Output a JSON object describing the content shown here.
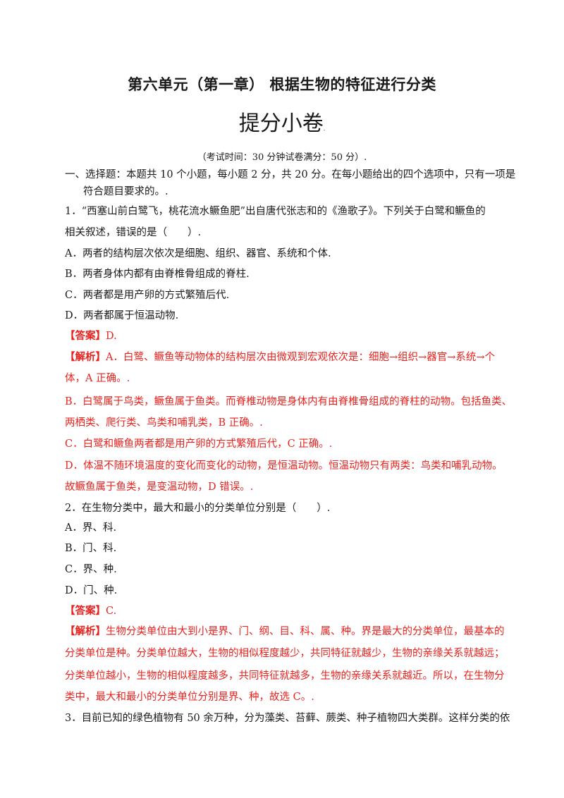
{
  "title": "第六单元（第一章） 根据生物的特征进行分类",
  "subtitle": "提分小卷",
  "subtitle_mark": ".",
  "exam_info": "（考试时间：30 分钟试卷满分：50 分）.",
  "section_heading": {
    "line1": "一、选择题：本题共 10 个小题，每小题 2 分，共 20 分。在每小题给出的四个选项中，只有一项是",
    "line2": "符合题目要求的。."
  },
  "q1": {
    "stem1": "1．“西塞山前白鹭飞，桃花流水鳜鱼肥”出自唐代张志和的《渔歌子》。下列关于白鹭和鳜鱼的",
    "stem2": "相关叙述，错误的是（　　）.",
    "optA": "A．两者的结构层次依次是细胞、组织、器官、系统和个体.",
    "optB": "B．两者身体内都有由脊椎骨组成的脊柱.",
    "optC": "C．两者都是用产卵的方式繁殖后代.",
    "optD": "D．两者都属于恒温动物.",
    "answer_tag": "【答案】",
    "answer": "D.",
    "analysis_tag": "【解析】",
    "ex1a": "A．白鹭、鳜鱼等动物体的结构层次由微观到宏观依次是：细胞→组织→器官→系统→个",
    "ex1b": "体，A 正确。.",
    "ex2a": "B．白鹭属于鸟类，鳜鱼属于鱼类。而脊椎动物是身体内有由脊椎骨组成的脊柱的动物。包括鱼类、",
    "ex2b": "两栖类、爬行类、鸟类和哺乳类，B 正确。.",
    "ex3": "C．白鹭和鳜鱼两者都是用产卵的方式繁殖后代，C 正确。.",
    "ex4a": "D．体温不随环境温度的变化而变化的动物，是恒温动物。恒温动物只有两类：鸟类和哺乳动物。",
    "ex4b": "故鳜鱼属于鱼类，是变温动物，D 错误。."
  },
  "q2": {
    "stem": "2．在生物分类中，最大和最小的分类单位分别是（　　）.",
    "optA": "A．界、科.",
    "optB": "B．门、科.",
    "optC": "C．界、种.",
    "optD": "D．门、种.",
    "answer_tag": "【答案】",
    "answer": "C.",
    "analysis_tag": "【解析】",
    "ex1": "生物分类单位由大到小是界、门、纲、目、科、属、种。界是最大的分类单位，最基本的",
    "ex2": "分类单位是种。分类单位越大，生物的相似程度越少，共同特征就越少，生物的亲缘关系就越远；",
    "ex3": "分类单位越小，生物的相似程度越多，共同特征就越多，生物的亲缘关系就越近。所以，在生物分",
    "ex4": "类中，最大和最小的分类单位分别是界、种，故选 C。."
  },
  "q3": {
    "stem1": "3．目前已知的绿色植物有 50 余万种，分为藻类、苔藓、蕨类、种子植物四大类群。这样分类的依"
  }
}
